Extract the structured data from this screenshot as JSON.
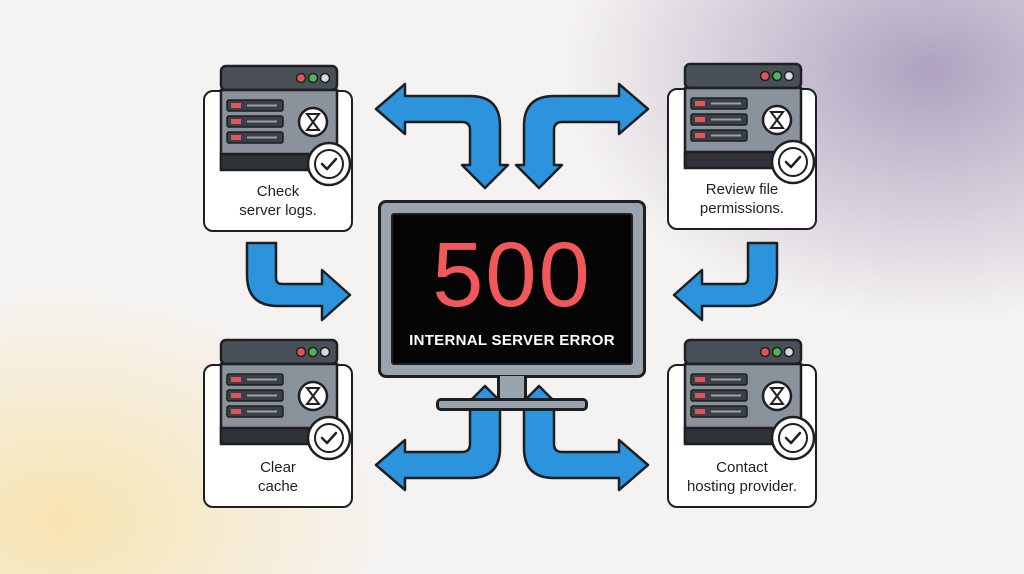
{
  "monitor": {
    "error_code": "500",
    "error_message": "INTERNAL SERVER ERROR"
  },
  "steps": [
    {
      "label": "Check\nserver logs."
    },
    {
      "label": "Review file\npermissions."
    },
    {
      "label": "Clear\ncache"
    },
    {
      "label": "Contact\nhosting provider."
    }
  ],
  "colors": {
    "arrow": "#2b94dc",
    "error_code": "#f2585a",
    "server_body": "#8a929b",
    "outline": "#1d1f22",
    "led_red": "#e05757",
    "led_green": "#4fb35a"
  },
  "icons": {
    "server": "server-rack-icon",
    "hourglass": "hourglass-icon",
    "check": "checkmark-circle-icon"
  }
}
